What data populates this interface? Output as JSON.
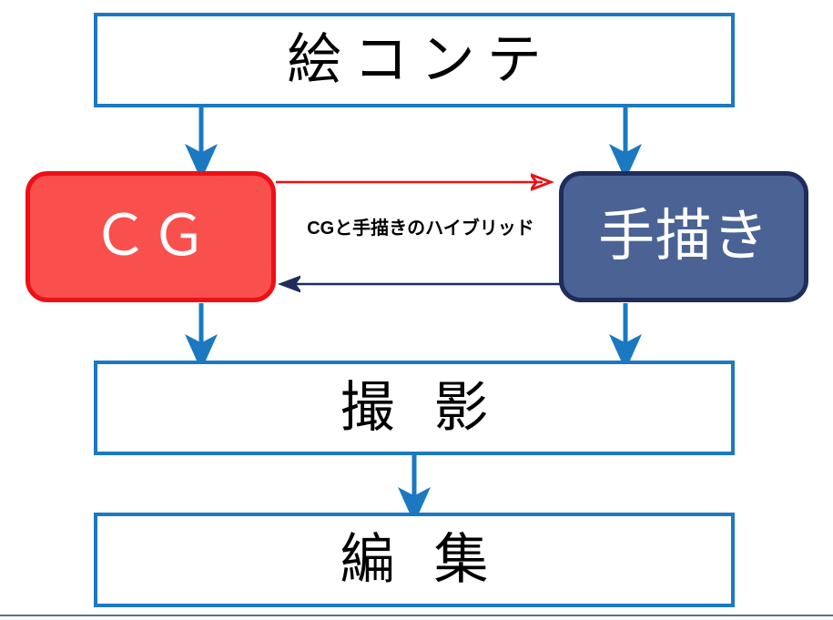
{
  "diagram": {
    "title_node": {
      "label": "絵コンテ"
    },
    "nodes": [
      {
        "id": "storyboard",
        "label": "絵コンテ",
        "shape": "rectangle",
        "fill": "#FFFFFF",
        "border": "#1B79C2",
        "text_color": "#000000"
      },
      {
        "id": "cg",
        "label": "ＣＧ",
        "shape": "rounded-rect",
        "fill": "#F9504E",
        "border": "#EE1016",
        "text_color": "#FFFFFF"
      },
      {
        "id": "handdrawn",
        "label": "手描き",
        "shape": "rounded-rect",
        "fill": "#4A6294",
        "border": "#1F2D5C",
        "text_color": "#FFFFFF"
      },
      {
        "id": "filming",
        "label": "撮 影",
        "shape": "rectangle",
        "fill": "#FFFFFF",
        "border": "#1B79C2",
        "text_color": "#000000"
      },
      {
        "id": "editing",
        "label": "編 集",
        "shape": "rectangle",
        "fill": "#FFFFFF",
        "border": "#1B79C2",
        "text_color": "#000000"
      }
    ],
    "edges": [
      {
        "id": "storyboard-to-cg",
        "from": "storyboard",
        "to": "cg",
        "direction": "down",
        "color": "#1B79C2",
        "label": ""
      },
      {
        "id": "storyboard-to-handdrawn",
        "from": "storyboard",
        "to": "handdrawn",
        "direction": "down",
        "color": "#1B79C2",
        "label": ""
      },
      {
        "id": "cg-to-handdrawn",
        "from": "cg",
        "to": "handdrawn",
        "direction": "right",
        "color": "#EE1016",
        "label": "CGと手描きのハイブリッド"
      },
      {
        "id": "handdrawn-to-cg",
        "from": "handdrawn",
        "to": "cg",
        "direction": "left",
        "color": "#1F2D5C",
        "label": ""
      },
      {
        "id": "cg-to-filming",
        "from": "cg",
        "to": "filming",
        "direction": "down",
        "color": "#1B79C2",
        "label": ""
      },
      {
        "id": "handdrawn-to-filming",
        "from": "handdrawn",
        "to": "filming",
        "direction": "down",
        "color": "#1B79C2",
        "label": ""
      },
      {
        "id": "filming-to-editing",
        "from": "filming",
        "to": "editing",
        "direction": "down",
        "color": "#1B79C2",
        "label": ""
      }
    ],
    "caption": {
      "hybrid_label": "CGと手描きのハイブリッド"
    },
    "colors": {
      "process_border": "#1B79C2",
      "cg_fill": "#F9504E",
      "cg_border": "#EE1016",
      "handdrawn_fill": "#4A6294",
      "handdrawn_border": "#1F2D5C",
      "arrow_blue": "#1B79C2",
      "arrow_red": "#EE1016",
      "arrow_navy": "#1F2D5C",
      "rule": "#5B738F",
      "background": "#FFFFFF"
    }
  }
}
